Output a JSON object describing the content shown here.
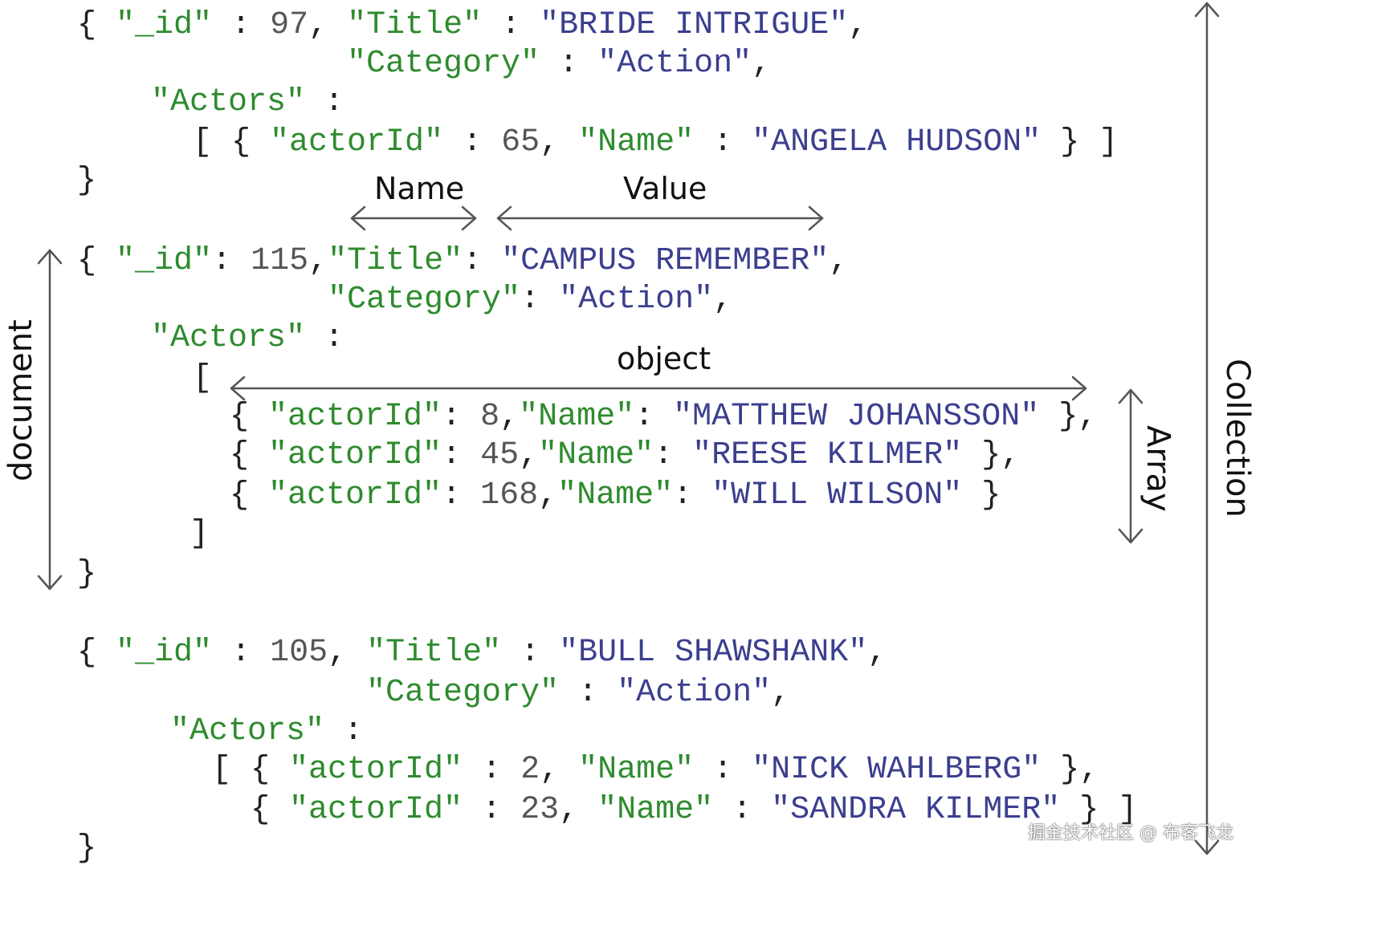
{
  "documents": [
    {
      "lines": [
        [
          [
            "p",
            "{ "
          ],
          [
            "k",
            "\"_id\""
          ],
          [
            "p",
            " : "
          ],
          [
            "n",
            "97"
          ],
          [
            "p",
            ", "
          ],
          [
            "k",
            "\"Title\""
          ],
          [
            "p",
            " : "
          ],
          [
            "s",
            "\"BRIDE INTRIGUE\""
          ],
          [
            "p",
            ","
          ]
        ],
        [
          [
            "k",
            "\"Category\""
          ],
          [
            "p",
            " : "
          ],
          [
            "s",
            "\"Action\""
          ],
          [
            "p",
            ","
          ]
        ],
        [
          [
            "k",
            "\"Actors\""
          ],
          [
            "p",
            " :"
          ]
        ],
        [
          [
            "p",
            "[ { "
          ],
          [
            "k",
            "\"actorId\""
          ],
          [
            "p",
            " : "
          ],
          [
            "n",
            "65"
          ],
          [
            "p",
            ", "
          ],
          [
            "k",
            "\"Name\""
          ],
          [
            "p",
            " : "
          ],
          [
            "s",
            "\"ANGELA HUDSON\""
          ],
          [
            "p",
            " } ]"
          ]
        ],
        [
          [
            "p",
            "}"
          ]
        ]
      ]
    },
    {
      "lines": [
        [
          [
            "p",
            "{ "
          ],
          [
            "k",
            "\"_id\""
          ],
          [
            "p",
            ": "
          ],
          [
            "n",
            "115"
          ],
          [
            "p",
            ","
          ],
          [
            "k",
            "\"Title\""
          ],
          [
            "p",
            ": "
          ],
          [
            "s",
            "\"CAMPUS REMEMBER\""
          ],
          [
            "p",
            ","
          ]
        ],
        [
          [
            "k",
            "\"Category\""
          ],
          [
            "p",
            ": "
          ],
          [
            "s",
            "\"Action\""
          ],
          [
            "p",
            ","
          ]
        ],
        [
          [
            "k",
            "\"Actors\""
          ],
          [
            "p",
            " :"
          ]
        ],
        [
          [
            "p",
            "["
          ]
        ],
        [
          [
            "p",
            "{ "
          ],
          [
            "k",
            "\"actorId\""
          ],
          [
            "p",
            ": "
          ],
          [
            "n",
            "8"
          ],
          [
            "p",
            ","
          ],
          [
            "k",
            "\"Name\""
          ],
          [
            "p",
            ": "
          ],
          [
            "s",
            "\"MATTHEW JOHANSSON\""
          ],
          [
            "p",
            " },"
          ]
        ],
        [
          [
            "p",
            "{ "
          ],
          [
            "k",
            "\"actorId\""
          ],
          [
            "p",
            ": "
          ],
          [
            "n",
            "45"
          ],
          [
            "p",
            ","
          ],
          [
            "k",
            "\"Name\""
          ],
          [
            "p",
            ": "
          ],
          [
            "s",
            "\"REESE KILMER\""
          ],
          [
            "p",
            " },"
          ]
        ],
        [
          [
            "p",
            "{ "
          ],
          [
            "k",
            "\"actorId\""
          ],
          [
            "p",
            ": "
          ],
          [
            "n",
            "168"
          ],
          [
            "p",
            ","
          ],
          [
            "k",
            "\"Name\""
          ],
          [
            "p",
            ": "
          ],
          [
            "s",
            "\"WILL WILSON\""
          ],
          [
            "p",
            " }"
          ]
        ],
        [
          [
            "p",
            "]"
          ]
        ],
        [
          [
            "p",
            "}"
          ]
        ]
      ]
    },
    {
      "lines": [
        [
          [
            "p",
            "{ "
          ],
          [
            "k",
            "\"_id\""
          ],
          [
            "p",
            " : "
          ],
          [
            "n",
            "105"
          ],
          [
            "p",
            ", "
          ],
          [
            "k",
            "\"Title\""
          ],
          [
            "p",
            " : "
          ],
          [
            "s",
            "\"BULL SHAWSHANK\""
          ],
          [
            "p",
            ","
          ]
        ],
        [
          [
            "k",
            "\"Category\""
          ],
          [
            "p",
            " : "
          ],
          [
            "s",
            "\"Action\""
          ],
          [
            "p",
            ","
          ]
        ],
        [
          [
            "k",
            "\"Actors\""
          ],
          [
            "p",
            " :"
          ]
        ],
        [
          [
            "p",
            "[ { "
          ],
          [
            "k",
            "\"actorId\""
          ],
          [
            "p",
            " : "
          ],
          [
            "n",
            "2"
          ],
          [
            "p",
            ", "
          ],
          [
            "k",
            "\"Name\""
          ],
          [
            "p",
            " : "
          ],
          [
            "s",
            "\"NICK WAHLBERG\""
          ],
          [
            "p",
            " },"
          ]
        ],
        [
          [
            "p",
            "{ "
          ],
          [
            "k",
            "\"actorId\""
          ],
          [
            "p",
            " : "
          ],
          [
            "n",
            "23"
          ],
          [
            "p",
            ", "
          ],
          [
            "k",
            "\"Name\""
          ],
          [
            "p",
            " : "
          ],
          [
            "s",
            "\"SANDRA KILMER\""
          ],
          [
            "p",
            " } ]"
          ]
        ],
        [
          [
            "p",
            "}"
          ]
        ]
      ]
    }
  ],
  "labels": {
    "name": "Name",
    "value": "Value",
    "object": "object",
    "document": "document",
    "array": "Array",
    "collection": "Collection"
  },
  "watermark": "掘金技术社区 @ 布客飞龙",
  "colors": {
    "key": "#2e8b2e",
    "string": "#3b3f8f",
    "number": "#555555",
    "punctuation": "#222222",
    "arrow": "#555555"
  }
}
